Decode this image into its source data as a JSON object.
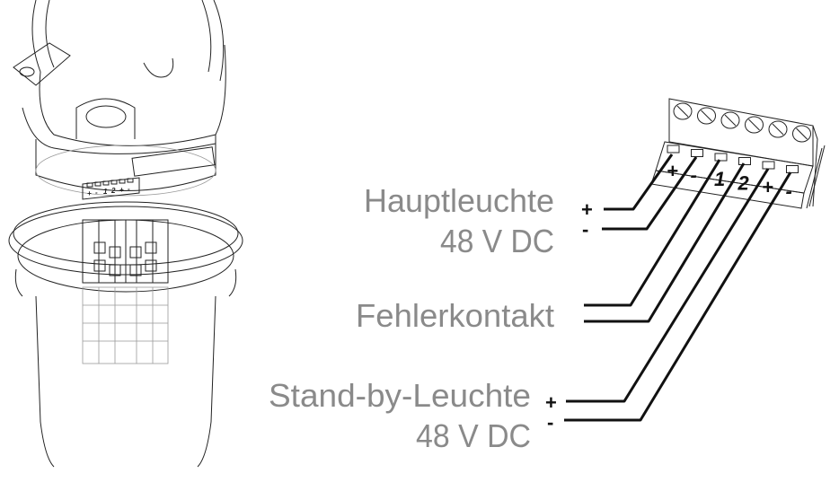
{
  "labels": {
    "main_light": "Hauptleuchte",
    "main_voltage": "48 V DC",
    "fault_contact": "Fehlerkontakt",
    "standby_light": "Stand-by-Leuchte",
    "standby_voltage": "48 V DC"
  },
  "wire_signs": {
    "main_plus": "+",
    "main_minus": "-",
    "standby_plus": "+",
    "standby_minus": "-"
  },
  "terminal_block": {
    "terminals": [
      "+",
      "-",
      "1",
      "2",
      "+",
      "-"
    ]
  },
  "lamp_terminal": {
    "terminals": [
      "+",
      "-",
      "1",
      "2",
      "+",
      "-"
    ]
  }
}
